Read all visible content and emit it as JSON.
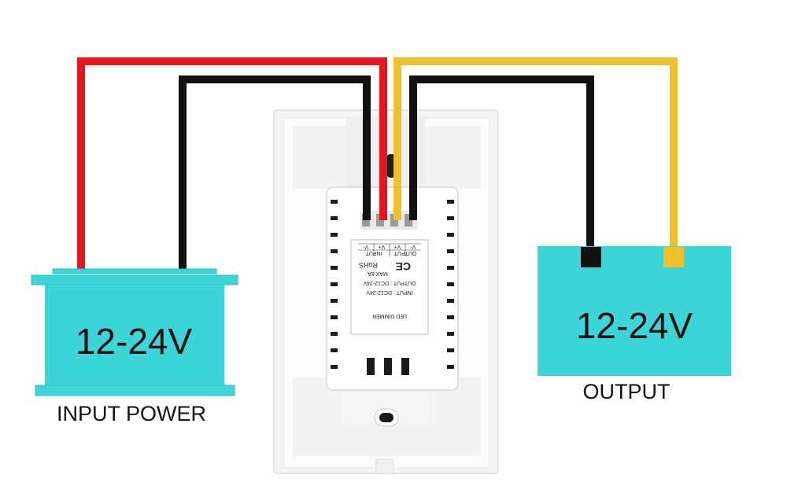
{
  "input_box": {
    "voltage": "12-24V",
    "caption": "INPUT POWER"
  },
  "output_box": {
    "voltage": "12-24V",
    "caption": "OUTPUT"
  },
  "device": {
    "terminals": [
      "V-",
      "V+",
      "V+",
      "V-"
    ],
    "group_labels": [
      "OUTPUT",
      "INPUT"
    ],
    "ce_mark": "CE",
    "rohs": "RoHS",
    "max_rating": "MAX.8A",
    "output_rating": "OUTPUT : DC12-24V",
    "input_rating": "INPUT : DC12-24V",
    "product_name": "LED DIMMER"
  },
  "colors": {
    "box_fill": "#3dd6d8",
    "wire_red": "#e8141e",
    "wire_black": "#111111",
    "wire_yellow": "#f0c02a"
  }
}
